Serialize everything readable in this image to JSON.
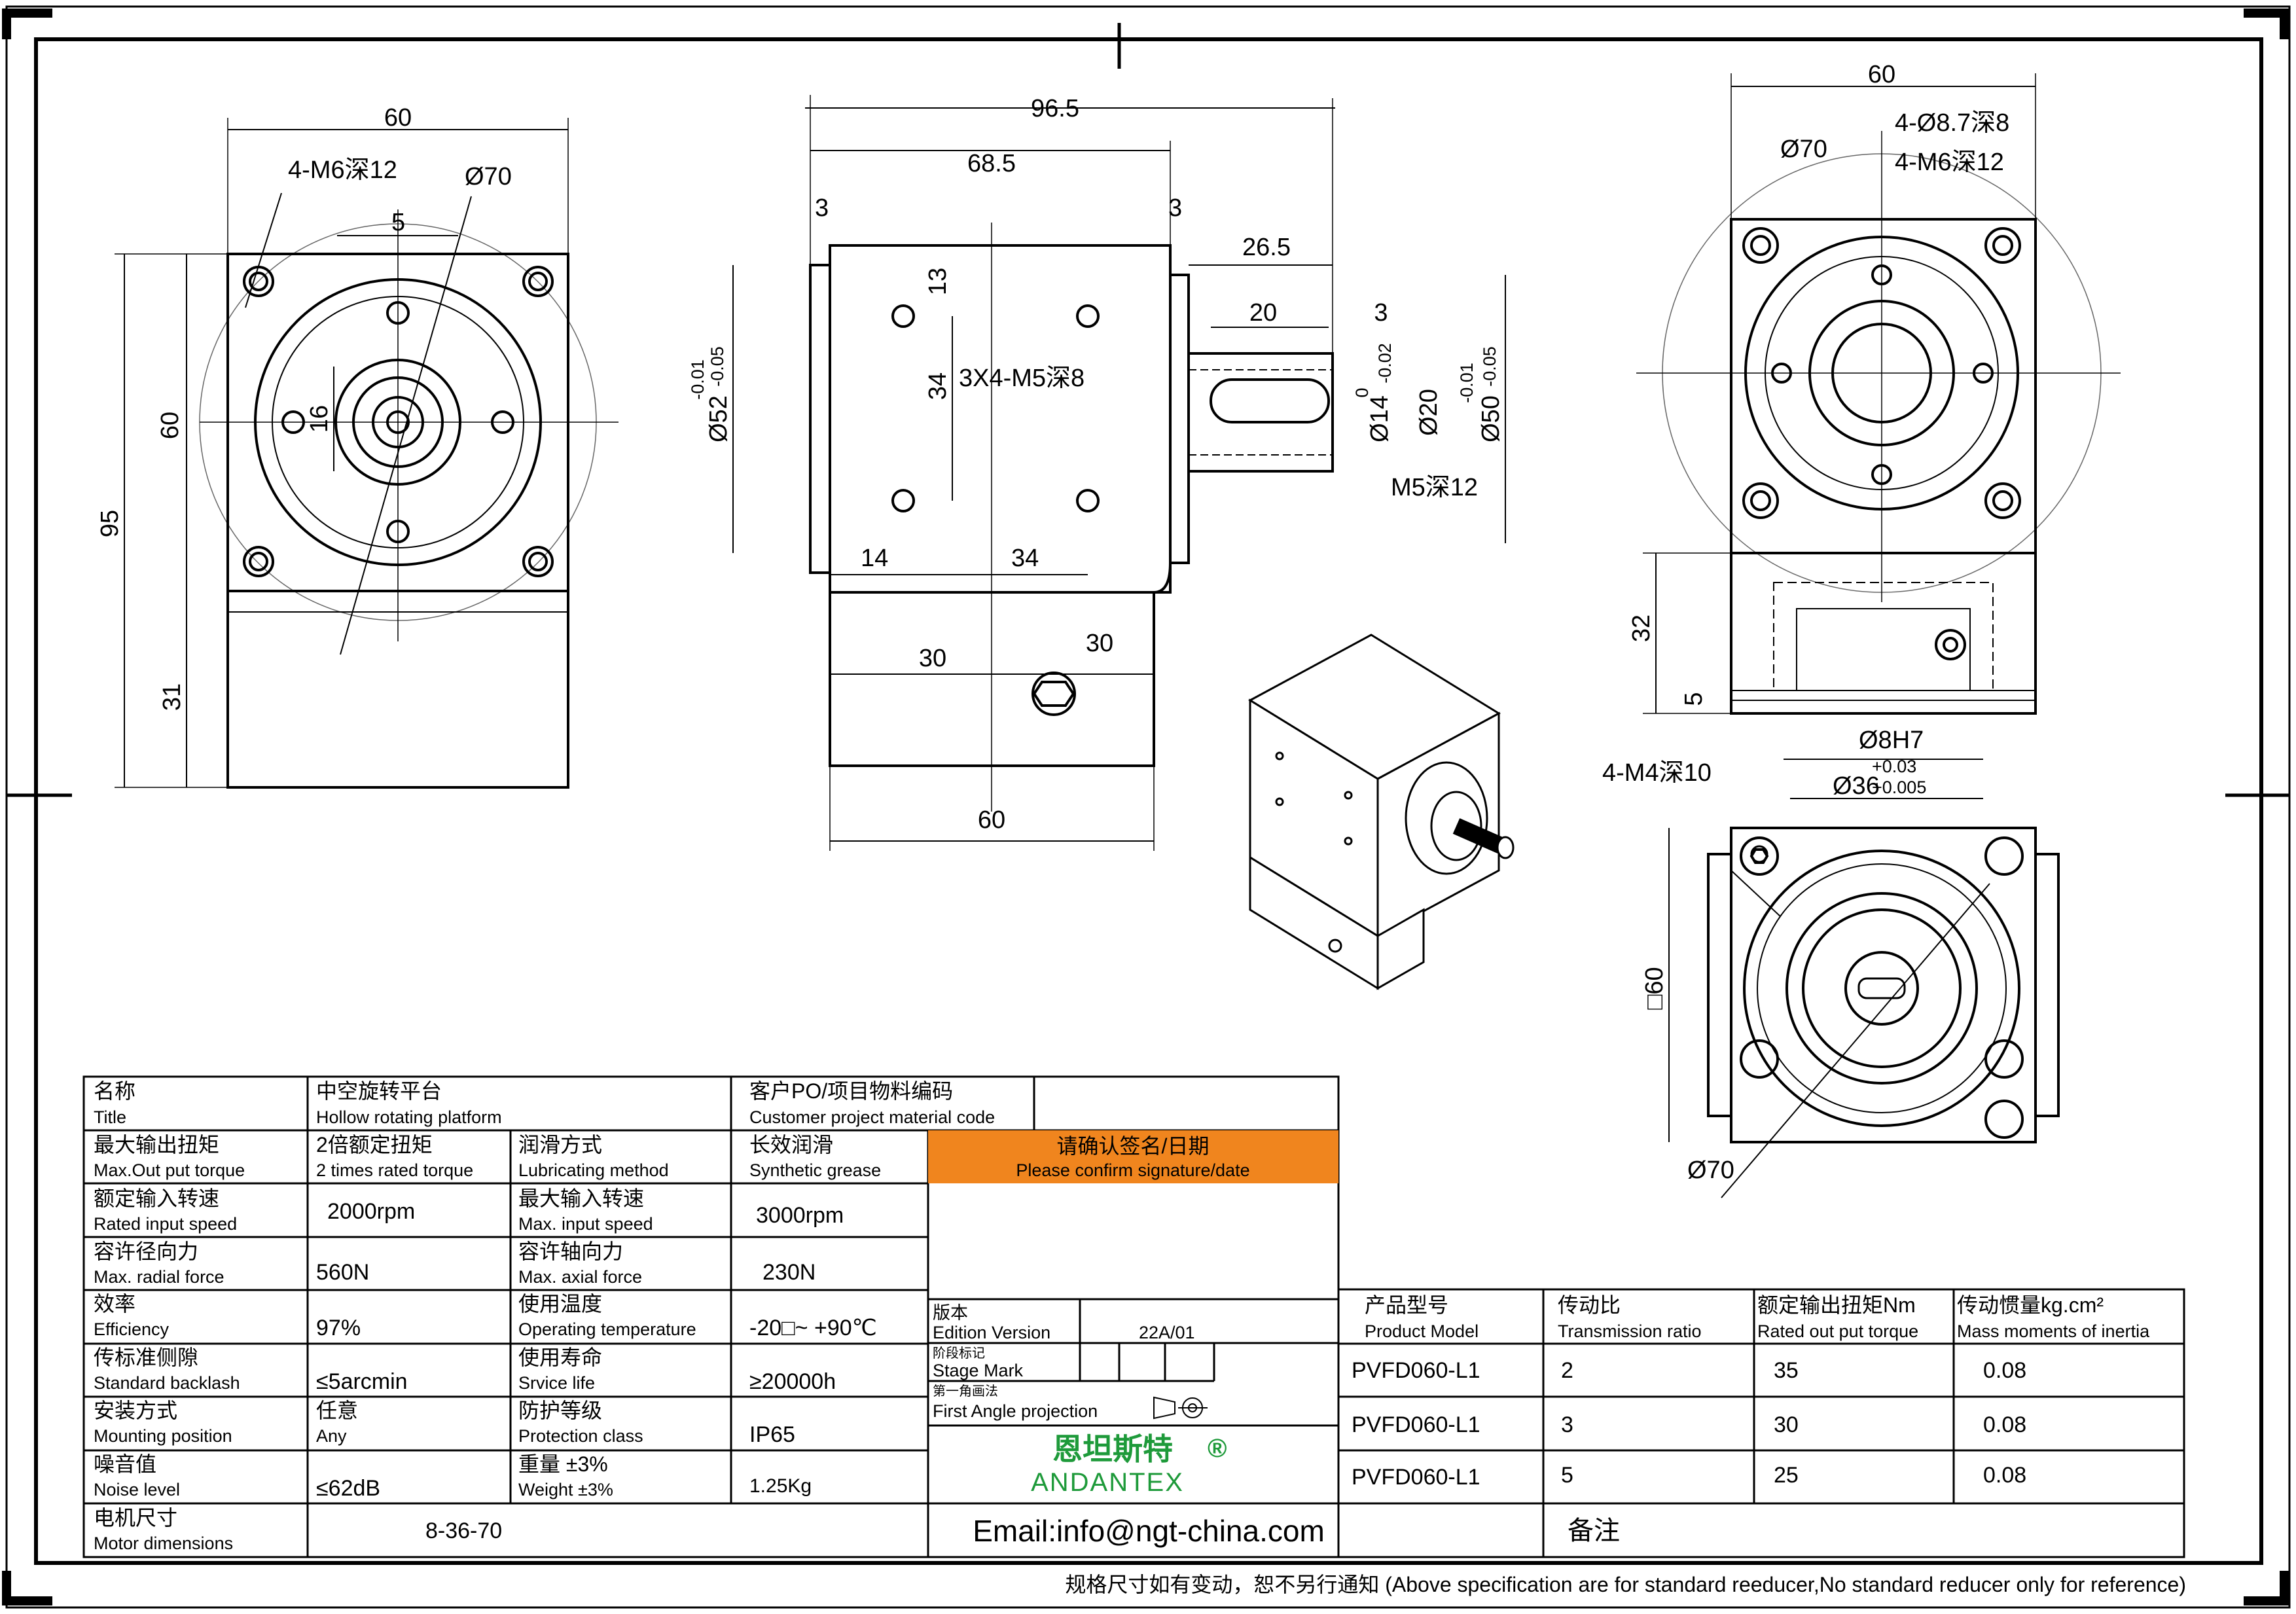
{
  "drawing": {
    "dims_front": {
      "w60": "60",
      "m6": "4-M6深12",
      "d70": "Ø70",
      "five": "5",
      "h60": "60",
      "h95": "95",
      "h16": "16",
      "h31": "31"
    },
    "dims_side": {
      "l965": "96.5",
      "l685": "68.5",
      "l3a": "3",
      "l3b": "3",
      "l265": "26.5",
      "l20": "20",
      "l3c": "3",
      "d13": "13",
      "m5": "3X4-M5深8",
      "d34": "34",
      "d52": "Ø52",
      "d52tol_hi": "-0.01",
      "d52tol_lo": "-0.05",
      "d14": "Ø14",
      "d14tol_hi": "0",
      "d14tol_lo": "-0.02",
      "d20": "Ø20",
      "d50": "Ø50",
      "d50tol_hi": "-0.01",
      "d50tol_lo": "-0.05",
      "m5b": "M5深12",
      "h14": "14",
      "h34": "34",
      "h30a": "30",
      "h30b": "30",
      "w60b": "60"
    },
    "dims_right": {
      "w60": "60",
      "m87": "4-Ø8.7深8",
      "m6": "4-M6深12",
      "d70": "Ø70",
      "h32": "32",
      "h5": "5",
      "d8": "Ø8H7",
      "d8tol": "+0.03",
      "d36": "Ø36",
      "d36tol": "+0.005",
      "m4": "4-M4深10",
      "sq60": "□60",
      "d70b": "Ø70"
    }
  },
  "table": {
    "title_zh": "名称",
    "title_en": "Title",
    "title_val_zh": "中空旋转平台",
    "title_val_en": "Hollow rotating platform",
    "po_zh": "客户PO/项目物料编码",
    "po_en": "Customer project material code",
    "rows": [
      {
        "zh": "最大输出扭矩",
        "en": "Max.Out put torque",
        "val_zh": "2倍额定扭矩",
        "val_en": "2 times rated torque",
        "zh2": "润滑方式",
        "en2": "Lubricating method",
        "val2_zh": "长效润滑",
        "val2_en": "Synthetic grease"
      },
      {
        "zh": "额定输入转速",
        "en": "Rated input speed",
        "val": "2000rpm",
        "zh2": "最大输入转速",
        "en2": "Max. input speed",
        "val2": "3000rpm"
      },
      {
        "zh": "容许径向力",
        "en": "Max. radial force",
        "val": "560N",
        "zh2": "容许轴向力",
        "en2": "Max. axial force",
        "val2": "230N"
      },
      {
        "zh": "效率",
        "en": "Efficiency",
        "val": "97%",
        "zh2": "使用温度",
        "en2": "Operating temperature",
        "val2": "-20□~ +90℃"
      },
      {
        "zh": "传标准侧隙",
        "en": "Standard backlash",
        "val": "≤5arcmin",
        "zh2": "使用寿命",
        "en2": "Srvice life",
        "val2": "≥20000h"
      },
      {
        "zh": "安装方式",
        "en": "Mounting position",
        "val_zh": "任意",
        "val_en": "Any",
        "zh2": "防护等级",
        "en2": "Protection class",
        "val2": "IP65"
      },
      {
        "zh": "噪音值",
        "en": "Noise level",
        "val": "≤62dB",
        "zh2": "重量 ±3%",
        "en2": "Weight ±3%",
        "val2": "1.25Kg"
      },
      {
        "zh": "电机尺寸",
        "en": "Motor dimensions",
        "val": "8-36-70"
      }
    ],
    "confirm_zh": "请确认签名/日期",
    "confirm_en": "Please confirm signature/date",
    "confirm_color": "#F0851E",
    "edition_zh": "版本",
    "edition_en": "Edition Version",
    "edition_val": "22A/01",
    "stage_zh": "阶段标记",
    "stage_en": "Stage Mark",
    "proj_zh": "第一角画法",
    "proj_en": "First Angle projection",
    "brand_zh": "恩坦斯特",
    "brand_reg": "®",
    "brand_en": "ANDANTEX",
    "brand_color": "#1E9A3A",
    "email": "Email:info@ngt-china.com",
    "remark": "备注",
    "model_headers": [
      {
        "zh": "产品型号",
        "en": "Product Model"
      },
      {
        "zh": "传动比",
        "en": "Transmission ratio"
      },
      {
        "zh": "额定输出扭矩Nm",
        "en": "Rated out put torque"
      },
      {
        "zh": "传动惯量kg.cm²",
        "en": "Mass moments of inertia"
      }
    ],
    "models": [
      {
        "model": "PVFD060-L1",
        "ratio": "2",
        "torque": "35",
        "inertia": "0.08"
      },
      {
        "model": "PVFD060-L1",
        "ratio": "3",
        "torque": "30",
        "inertia": "0.08"
      },
      {
        "model": "PVFD060-L1",
        "ratio": "5",
        "torque": "25",
        "inertia": "0.08"
      }
    ]
  },
  "footer": "规格尺寸如有变动，恕不另行通知   (Above specification are for standard reeducer,No standard reducer only for reference)"
}
